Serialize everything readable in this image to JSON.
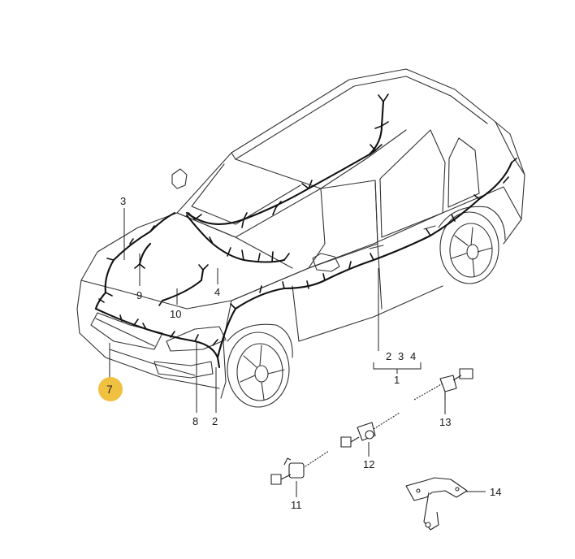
{
  "callouts": [
    {
      "id": "1",
      "text": "1"
    },
    {
      "id": "2",
      "text": "2"
    },
    {
      "id": "2b",
      "text": "2"
    },
    {
      "id": "3",
      "text": "3"
    },
    {
      "id": "3b",
      "text": "3"
    },
    {
      "id": "4",
      "text": "4"
    },
    {
      "id": "4b",
      "text": "4"
    },
    {
      "id": "7",
      "text": "7"
    },
    {
      "id": "8",
      "text": "8"
    },
    {
      "id": "9",
      "text": "9"
    },
    {
      "id": "10",
      "text": "10"
    },
    {
      "id": "11",
      "text": "11"
    },
    {
      "id": "12",
      "text": "12"
    },
    {
      "id": "13",
      "text": "13"
    },
    {
      "id": "14",
      "text": "14"
    }
  ],
  "highlight": {
    "text": "7",
    "color": "#f0c040"
  }
}
